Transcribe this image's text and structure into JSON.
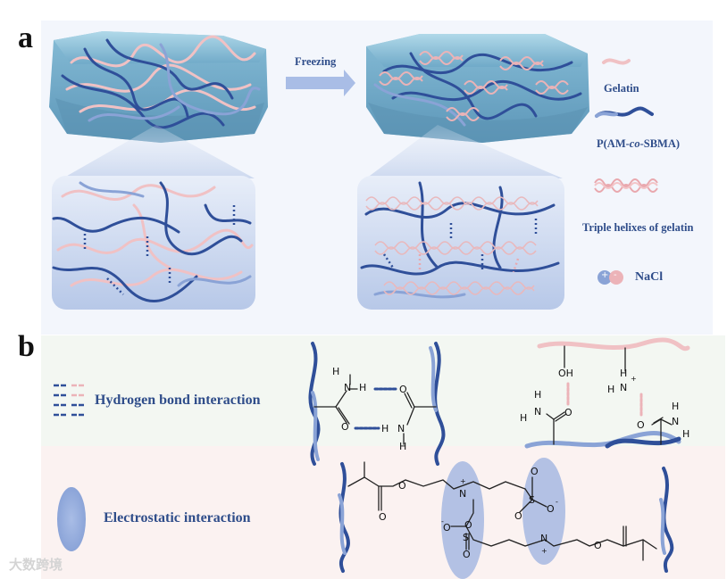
{
  "panels": {
    "a": {
      "letter": "a"
    },
    "b": {
      "letter": "b"
    }
  },
  "process": {
    "arrow_label": "Freezing"
  },
  "legend": {
    "gelatin": "Gelatin",
    "polymer_prefix": "P(AM-",
    "polymer_co": "co",
    "polymer_suffix": "-SBMA)",
    "triple_helix": "Triple helixes of gelatin",
    "nacl": "NaCl",
    "plus_sign": "+",
    "minus_sign": "-"
  },
  "interactions": {
    "hydrogen_bond": "Hydrogen bond interaction",
    "electrostatic": "Electrostatic interaction"
  },
  "chemistry": {
    "atoms": {
      "H": "H",
      "N": "N",
      "O": "O",
      "S": "S",
      "OH": "OH",
      "plus": "+",
      "minus": "-"
    }
  },
  "watermark": "大数跨境",
  "colors": {
    "gelatin_pink": "#f0c1c4",
    "polymer_blue": "#2f4f99",
    "label_blue": "#2f4d8a",
    "hydrogel_cyan": "#8fc4dc"
  }
}
